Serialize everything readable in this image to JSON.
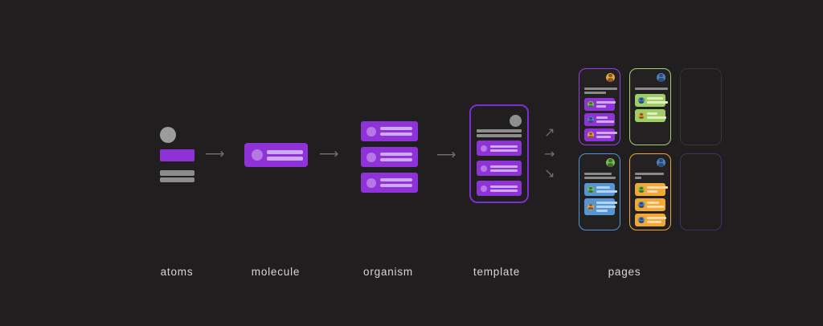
{
  "labels": {
    "atoms": "atoms",
    "molecule": "molecule",
    "organism": "organism",
    "template": "template",
    "pages": "pages"
  },
  "arrows": {
    "stage": "⟶",
    "fan_up": "↗",
    "fan_right": "→",
    "fan_down": "↘"
  },
  "colors": {
    "background": "#201e1f",
    "purple": "#8f33d9",
    "purple_light": "#b678e3",
    "purple_bar": "#cfa9ef",
    "template_border": "#7a2fd0",
    "gray_shape": "#9c9c9c",
    "gray_bar": "#8c8c8c",
    "arrow": "#707070",
    "label_text": "#d7d5d5"
  },
  "molecule": {
    "bar_count": 2
  },
  "organism": {
    "card_count": 3,
    "bars_per_card": 2
  },
  "template": {
    "header_bar_count": 2,
    "card_count": 3,
    "bars_per_card": 2
  },
  "pages": {
    "cards": [
      {
        "type": "page",
        "name": "page-top-left",
        "border": "#9a3de8",
        "avatar": "#eca33d",
        "header_bars": [
          41,
          27
        ],
        "item_fill": "#8f33d9",
        "item_bar": "#cfa9ef",
        "items": [
          {
            "avatar": "#72c24a",
            "bars": [
              24,
              12
            ]
          },
          {
            "avatar": "#4b80c2",
            "bars": [
              14,
              22
            ]
          },
          {
            "avatar": "#eca33d",
            "bars": [
              26,
              18
            ]
          }
        ]
      },
      {
        "type": "page",
        "name": "page-top-middle",
        "border": "#a6cf6d",
        "avatar": "#4b80c2",
        "header_bars": [
          41
        ],
        "item_fill": "#9fcd68",
        "item_bar": "#e0efbe",
        "items": [
          {
            "avatar": "#4b80c2",
            "bars": [
              20,
              26
            ]
          },
          {
            "avatar": "#eca33d",
            "bars": [
              13,
              24
            ]
          }
        ]
      },
      {
        "type": "ghost",
        "name": "page-top-right-faded",
        "border": "rgba(255,255,255,0.10)"
      },
      {
        "type": "page",
        "name": "page-bottom-left",
        "border": "#4e93dc",
        "avatar": "#72c24a",
        "header_bars": [
          34,
          39
        ],
        "item_fill": "#5796d3",
        "item_bar": "#b2d3f1",
        "items": [
          {
            "avatar": "#72c24a",
            "bars": [
              17,
              26
            ]
          },
          {
            "avatar": "#eca33d",
            "bars": [
              26,
              24,
              14
            ]
          }
        ]
      },
      {
        "type": "page",
        "name": "page-bottom-middle",
        "border": "#f0a63f",
        "avatar": "#4b80c2",
        "header_bars": [
          36,
          8
        ],
        "item_fill": "#f2a837",
        "item_bar": "#f9d9a8",
        "items": [
          {
            "avatar": "#72c24a",
            "bars": [
              26,
              13
            ]
          },
          {
            "avatar": "#4b80c2",
            "bars": [
              15,
              21
            ]
          },
          {
            "avatar": "#4b80c2",
            "bars": [
              24,
              18
            ]
          }
        ]
      },
      {
        "type": "ghost",
        "name": "page-bottom-right-faded",
        "border": "rgba(139,92,246,0.30)"
      }
    ]
  }
}
